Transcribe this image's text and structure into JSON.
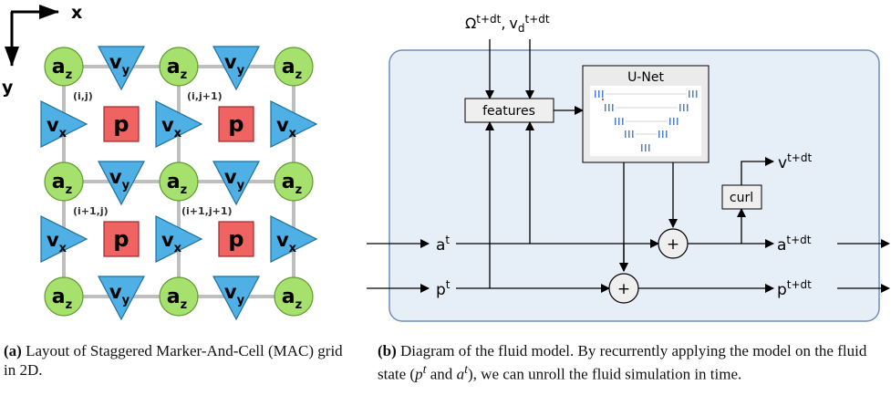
{
  "panel_a": {
    "axis_x": "x",
    "axis_y": "y",
    "row_pattern_even": [
      "a",
      "v",
      "a",
      "v",
      "a"
    ],
    "row_pattern_odd": [
      "v",
      "p",
      "v",
      "p",
      "v"
    ],
    "a_letter": "a",
    "a_sub": "z",
    "vy_letter": "v",
    "vy_sub": "y",
    "vx_letter": "v",
    "vx_sub": "x",
    "p_letter": "p",
    "index_labels": [
      "(i,j)",
      "(i,j+1)",
      "(i+1,j)",
      "(i+1,j+1)"
    ],
    "colors": {
      "a": "#a6e06d",
      "v": "#4fb0e6",
      "p": "#ef6363",
      "grid": "#bfbfbf"
    }
  },
  "panel_b": {
    "inputs_top": "Ωt+dt, vdt+dt",
    "inputs_top_parts": {
      "omega": "Ω",
      "omega_sup": "t+dt",
      "sep": ",",
      "v": "v",
      "v_sub": "d",
      "v_sup": "t+dt"
    },
    "features_label": "features",
    "unet_label": "U-Net",
    "curl_label": "curl",
    "plus_symbol": "+",
    "a_in": {
      "base": "a",
      "sup": "t"
    },
    "p_in": {
      "base": "p",
      "sup": "t"
    },
    "a_out": {
      "base": "a",
      "sup": "t+dt"
    },
    "p_out": {
      "base": "p",
      "sup": "t+dt"
    },
    "v_out": {
      "base": "v",
      "sup": "t+dt"
    },
    "colors": {
      "panel_fill": "#e6eef8",
      "panel_stroke": "#6d8fc0",
      "box_fill": "#efefef"
    }
  },
  "captions": {
    "a_tag": "(a)",
    "a_text": "Layout of Staggered Marker-And-Cell (MAC) grid in 2D.",
    "b_tag": "(b)",
    "b_text_1": "Diagram of the fluid model. By recurrently applying the model on the fluid state (",
    "b_pt_base": "p",
    "b_pt_sup": "t",
    "b_and": " and ",
    "b_at_base": "a",
    "b_at_sup": "t",
    "b_text_2": "), we can unroll the fluid simulation in time."
  }
}
